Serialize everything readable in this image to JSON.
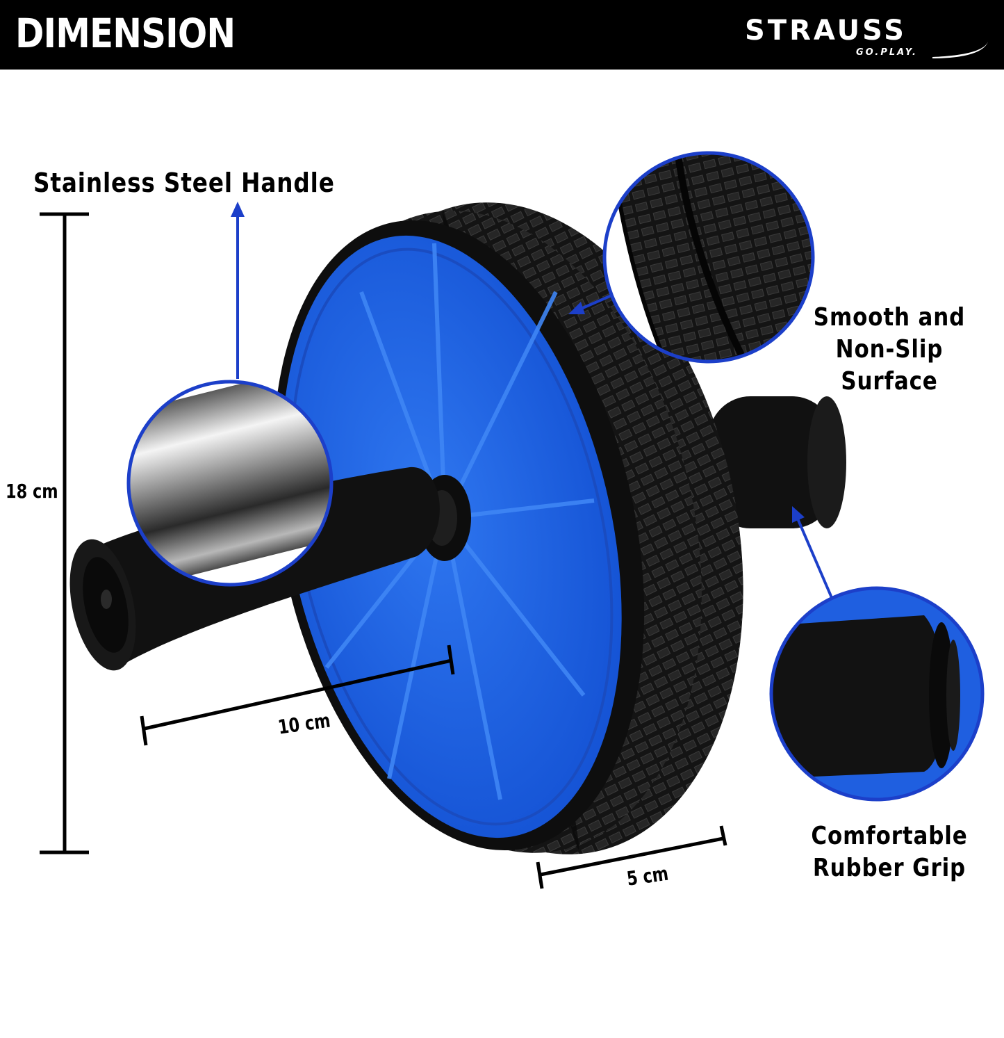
{
  "header": {
    "title": "DIMENSION",
    "brand": "STRAUSS",
    "tagline": "GO.PLAY."
  },
  "callouts": {
    "handle": "Stainless Steel Handle",
    "surface_line1": "Smooth and",
    "surface_line2": "Non-Slip Surface",
    "grip_line1": "Comfortable",
    "grip_line2": "Rubber Grip"
  },
  "dimensions": {
    "height": "18 cm",
    "handle_length": "10 cm",
    "width": "5 cm"
  },
  "colors": {
    "header_bg": "#000000",
    "wheel_blue": "#1f5fe0",
    "callout_ring": "#1c3fc9",
    "foam_black": "#0d0d0d"
  }
}
